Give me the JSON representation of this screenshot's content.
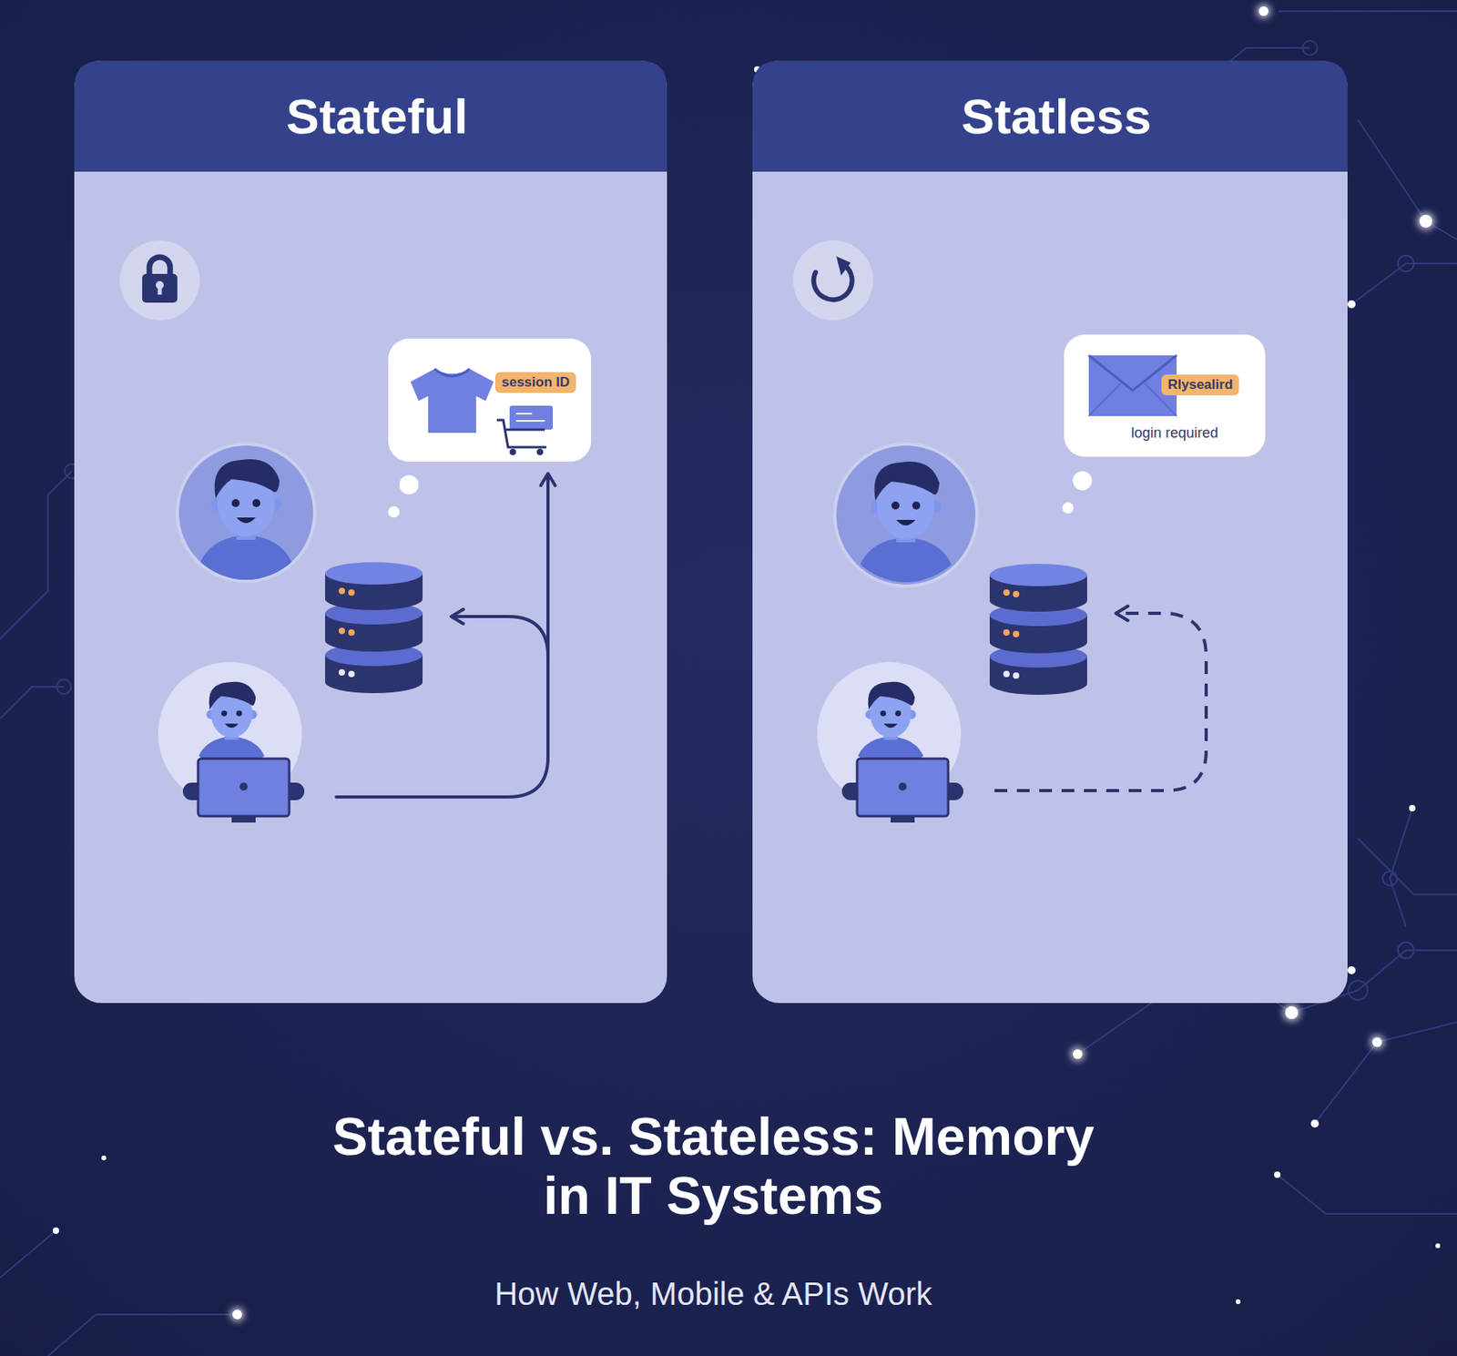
{
  "diagram": {
    "title": "Stateful vs. Stateless: Memory in IT Systems",
    "caption": "How Web, Mobile & APIs Work",
    "nodes": [
      {
        "text": [
          "Stateful"
        ]
      },
      {
        "text": [
          "session ID"
        ],
        "in": 0
      },
      {
        "text": [
          "Statless"
        ]
      },
      {
        "text": [
          "Rlysealird",
          "login required"
        ],
        "in": 2
      }
    ]
  }
}
